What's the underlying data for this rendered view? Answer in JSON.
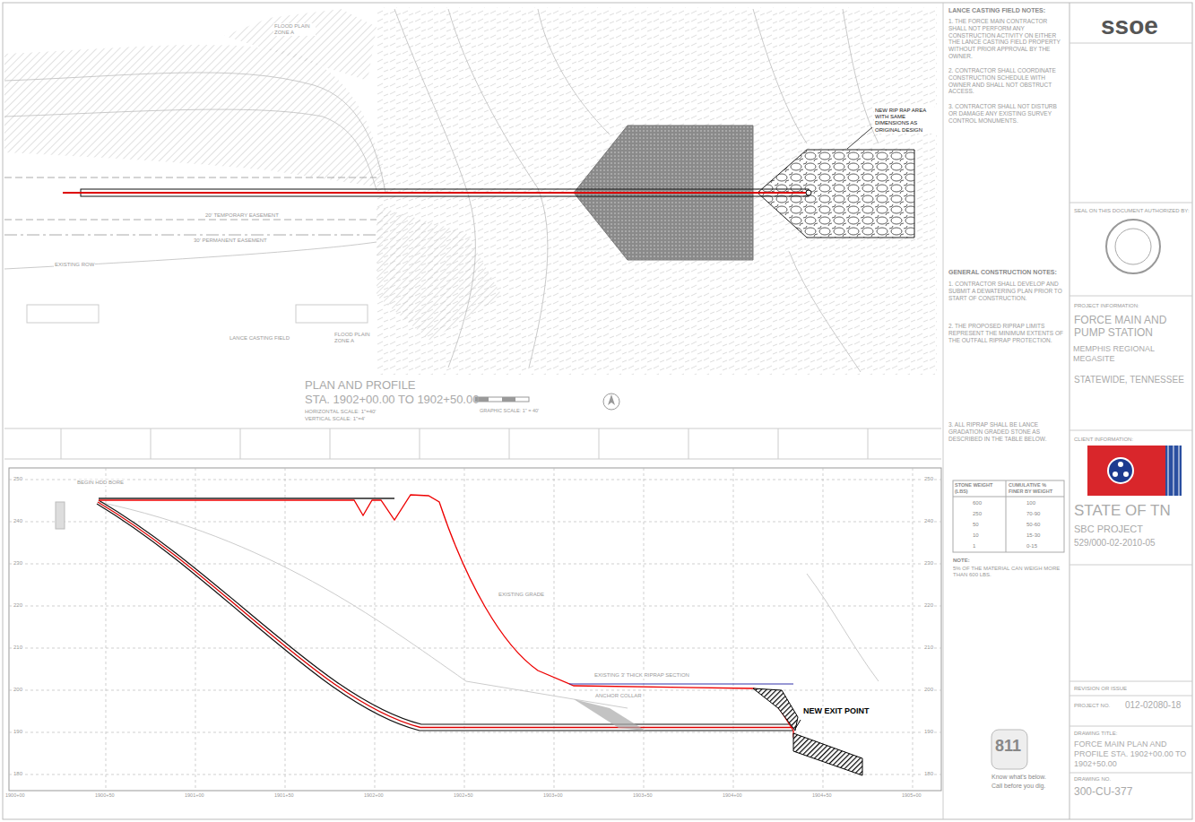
{
  "diagram": {
    "labels": [
      "ssoe",
      "LANCE CASTING FIELD NOTES:",
      "1. THE FORCE MAIN CONTRACTOR SHALL NOT PERFORM ANY CONSTRUCTION ACTIVITY ON EITHER THE LANCE CASTING FIELD PROPERTY WITHOUT PRIOR APPROVAL BY THE OWNER.",
      "2. CONTRACTOR SHALL COORDINATE CONSTRUCTION SCHEDULE WITH OWNER AND SHALL NOT OBSTRUCT ACCESS.",
      "3. CONTRACTOR SHALL NOT DISTURB OR DAMAGE ANY EXISTING SURVEY CONTROL MONUMENTS.",
      "GENERAL CONSTRUCTION NOTES:",
      "1. CONTRACTOR SHALL DEVELOP AND SUBMIT A DEWATERING PLAN PRIOR TO START OF CONSTRUCTION.",
      "2. THE PROPOSED RIPRAP LIMITS REPRESENT THE MINIMUM EXTENTS OF THE OUTFALL RIPRAP PROTECTION.",
      "3. ALL RIPRAP SHALL BE LANCE GRADATION GRADED STONE AS DESCRIBED IN THE TABLE BELOW.",
      "STONE WEIGHT (LBS)",
      "CUMULATIVE % FINER BY WEIGHT",
      "600",
      "100",
      "250",
      "70-90",
      "50",
      "50-60",
      "10",
      "15-30",
      "1",
      "0-15",
      "NOTE:",
      "5% OF THE MATERIAL CAN WEIGH MORE THAN 600 LBS.",
      "SEAL ON THIS DOCUMENT AUTHORIZED BY:",
      "PROJECT INFORMATION:",
      "FORCE MAIN AND PUMP STATION",
      "MEMPHIS REGIONAL MEGASITE",
      "STATEWIDE, TENNESSEE",
      "CLIENT INFORMATION:",
      "STATE OF TN",
      "SBC PROJECT",
      "529/000-02-2010-05",
      "REVISION OR ISSUE",
      "PROJECT NO.",
      "012-02080-18",
      "DRAWING TITLE:",
      "FORCE MAIN PLAN AND PROFILE STA. 1902+00.00 TO 1902+50.00",
      "DRAWING NO.",
      "300-CU-377",
      "NEW RIP RAP AREA WITH SAME DIMENSIONS AS ORIGINAL DESIGN",
      "PLAN AND PROFILE",
      "STA. 1902+00.00 TO 1902+50.00",
      "HORIZONTAL SCALE: 1\"=40'",
      "VERTICAL SCALE: 1\"=4'",
      "GRAPHIC SCALE: 1\" = 40'",
      "FLOOD PLAIN ZONE A",
      "EXISTING ROW",
      "LANCE CASTING FIELD",
      "FLOOD PLAIN ZONE A",
      "20' TEMPORARY EASEMENT",
      "30' PERMANENT EASEMENT",
      "BEGIN HDD BORE",
      "EXISTING GRADE",
      "EXISTING 3' THICK RIPRAP SECTION",
      "ANCHOR COLLAR",
      "NEW EXIT POINT",
      "811",
      "Know what's below.",
      "Call before you dig.",
      "1900+00",
      "1900+50",
      "1901+00",
      "1901+50",
      "1902+00",
      "1902+50",
      "1903+00",
      "1903+50",
      "1904+00",
      "1904+50",
      "1905+00",
      "250",
      "240",
      "230",
      "220",
      "210",
      "200",
      "190",
      "180",
      "250",
      "240",
      "230",
      "220",
      "210",
      "200",
      "190",
      "180"
    ]
  }
}
